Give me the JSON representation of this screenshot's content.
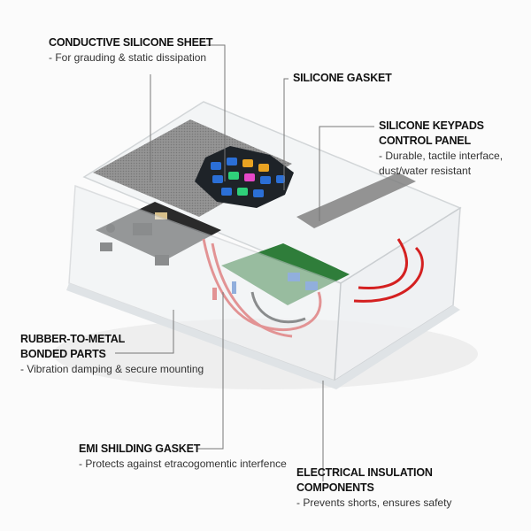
{
  "callouts": {
    "conductive": {
      "title": "CONDUCTIVE SILICONE SHEET",
      "desc": "- For grauding & static dissipation"
    },
    "gasket": {
      "title": "SILICONE GASKET"
    },
    "keypads": {
      "title1": "SILICONE KEYPADS",
      "title2": "CONTROL PANEL",
      "desc1": "- Durable, tactile interface,",
      "desc2": "dust/water resistant"
    },
    "rubber": {
      "title1": "RUBBER-TO-METAL",
      "title2": "BONDED PARTS",
      "desc": "- Vibration damping & secure mounting"
    },
    "emi": {
      "title": "EMI SHILDING GASKET",
      "desc": "- Protects against etracogomentic interfence"
    },
    "insulation": {
      "title1": "ELECTRICAL INSULATION",
      "title2": "COMPONENTS",
      "desc": "- Prevents shorts, ensures safety"
    }
  },
  "colors": {
    "line": "#777777",
    "wire": "#d42020",
    "pcb": "#2f7d3a",
    "keypad": "#1e2328"
  }
}
